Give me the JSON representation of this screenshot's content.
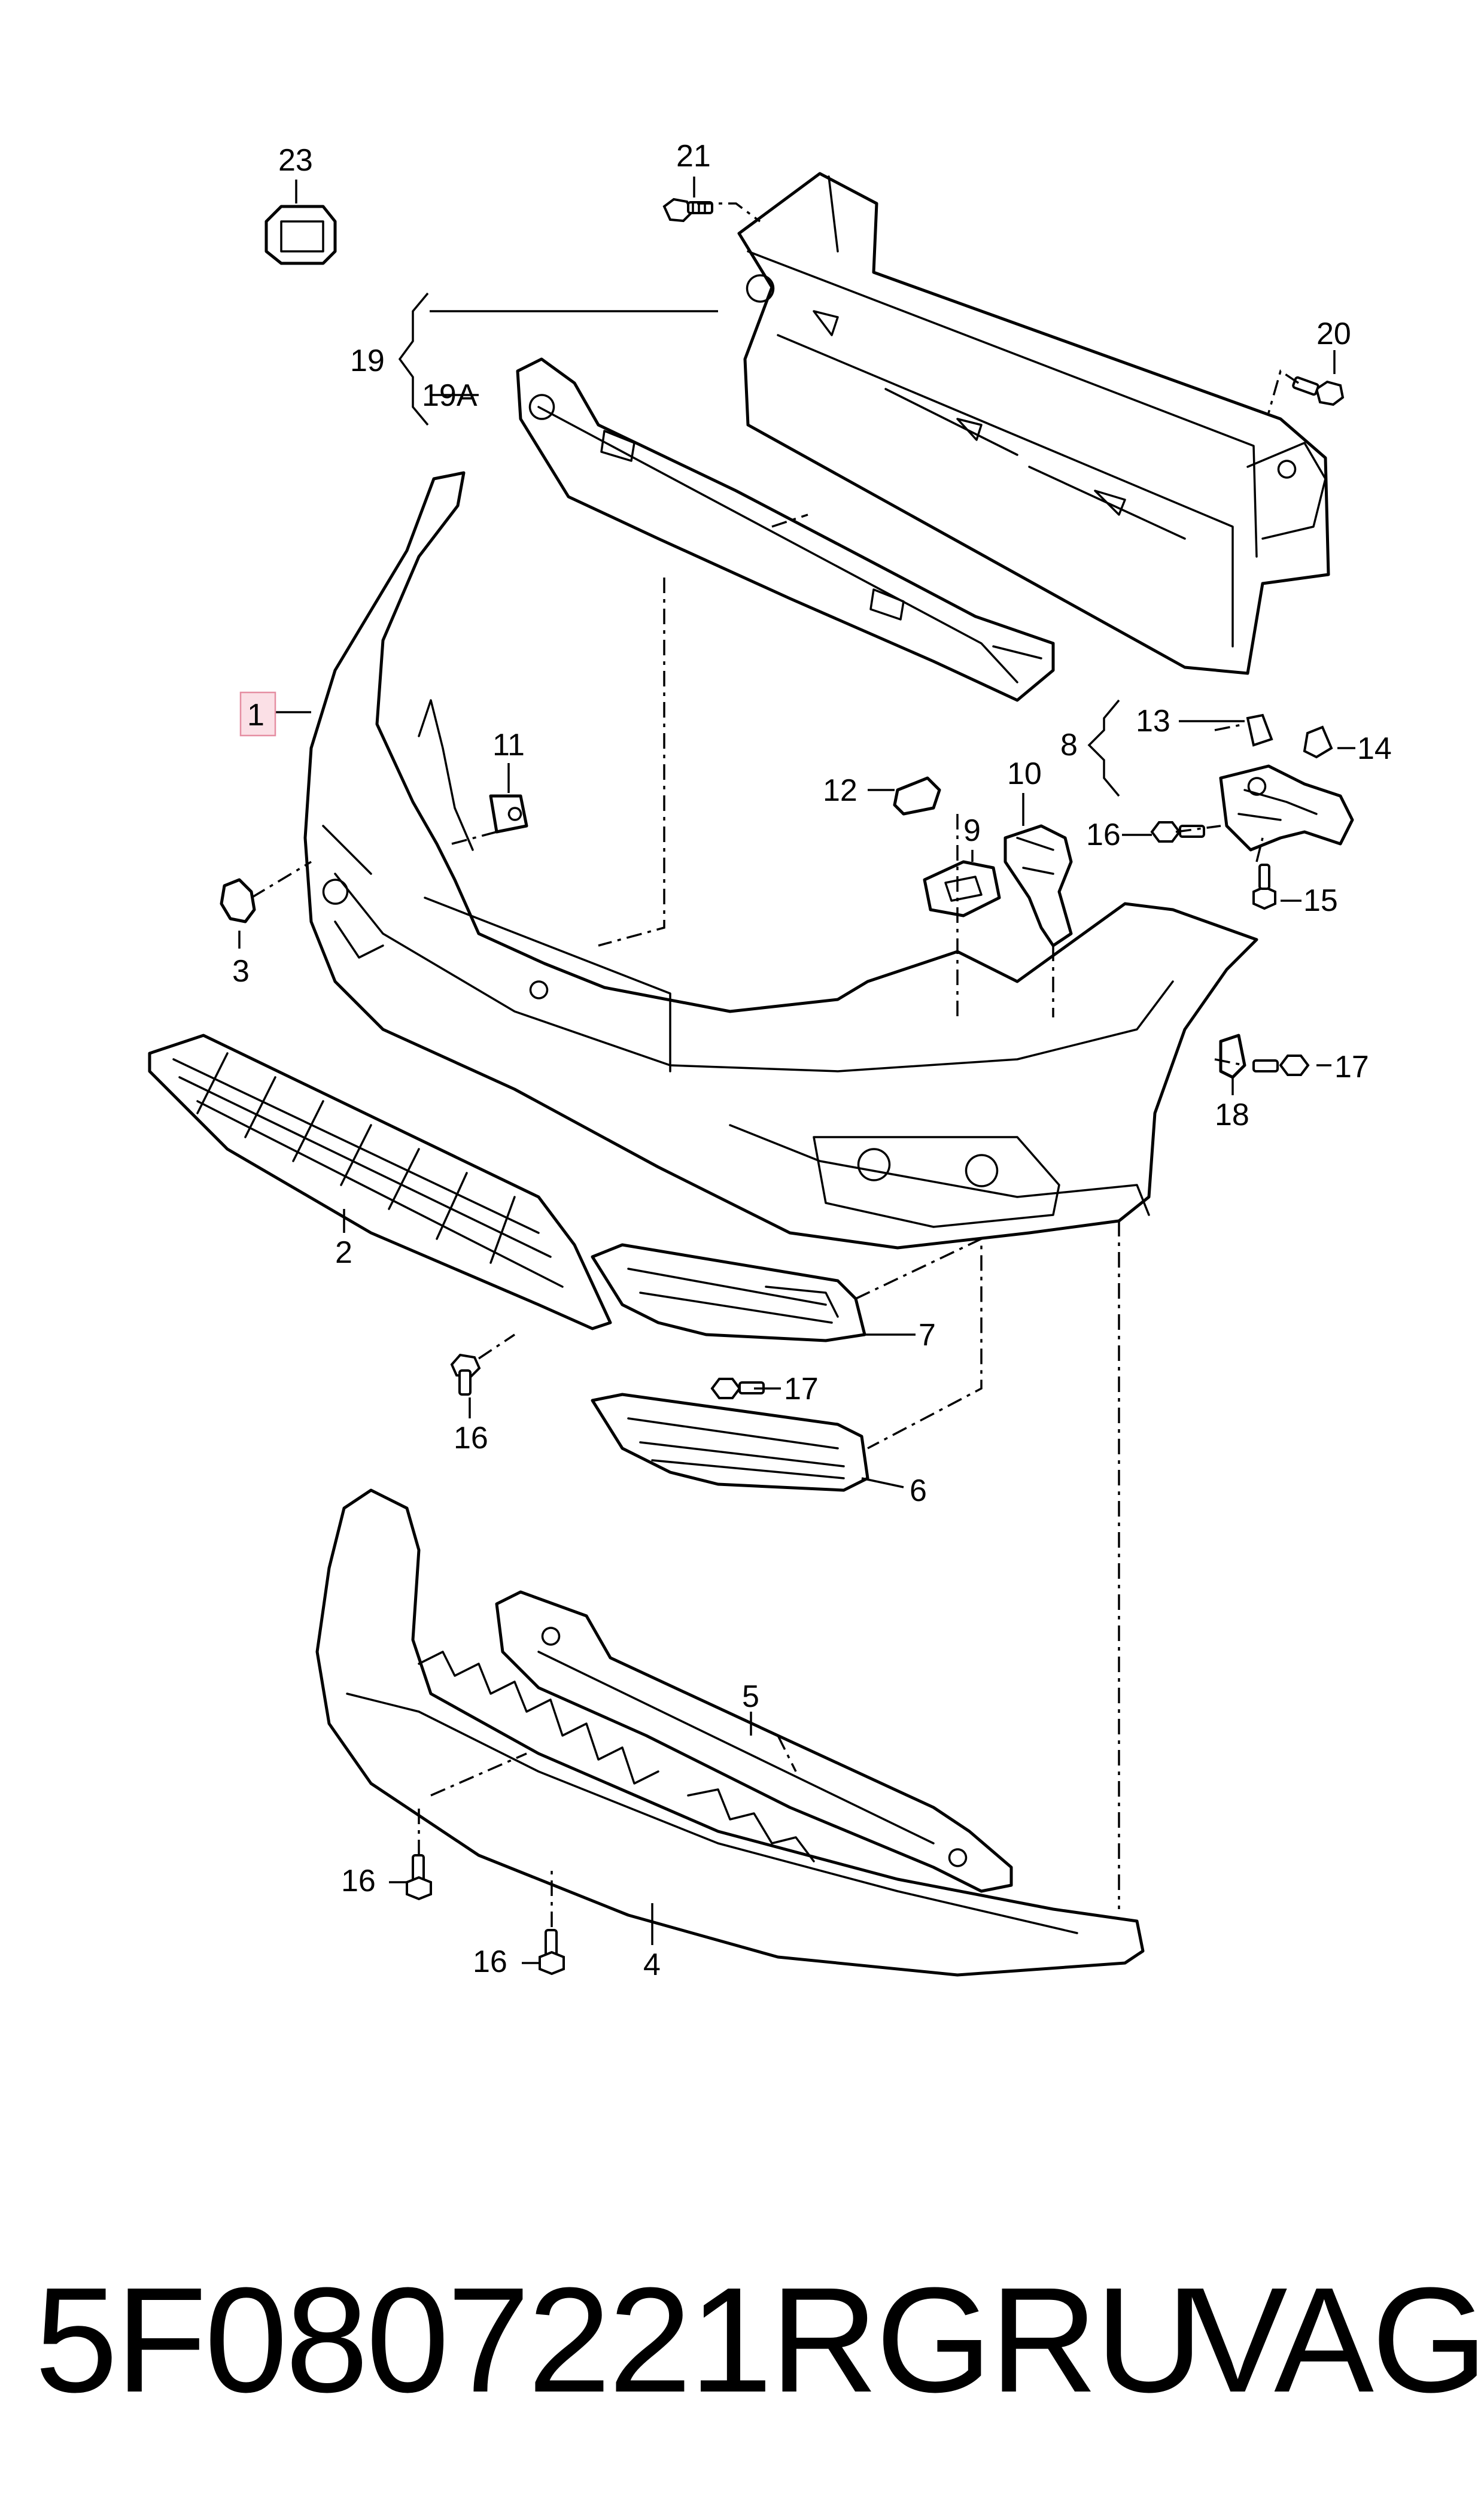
{
  "diagram": {
    "callouts": {
      "c1": "1",
      "c2": "2",
      "c3": "3",
      "c4": "4",
      "c5": "5",
      "c6": "6",
      "c7": "7",
      "c8": "8",
      "c9": "9",
      "c10": "10",
      "c11": "11",
      "c12": "12",
      "c13": "13",
      "c14": "14",
      "c15": "15",
      "c16a": "16",
      "c16b": "16",
      "c16c": "16",
      "c16d": "16",
      "c17a": "17",
      "c17b": "17",
      "c18": "18",
      "c19": "19",
      "c19A": "19A",
      "c20": "20",
      "c21": "21",
      "c23": "23"
    },
    "highlighted_callout": "1",
    "line_color": "#000000",
    "highlight_color": "#fbe0e6"
  },
  "caption": {
    "part_number": "5F0807221RGRU",
    "brand": "VAG"
  }
}
